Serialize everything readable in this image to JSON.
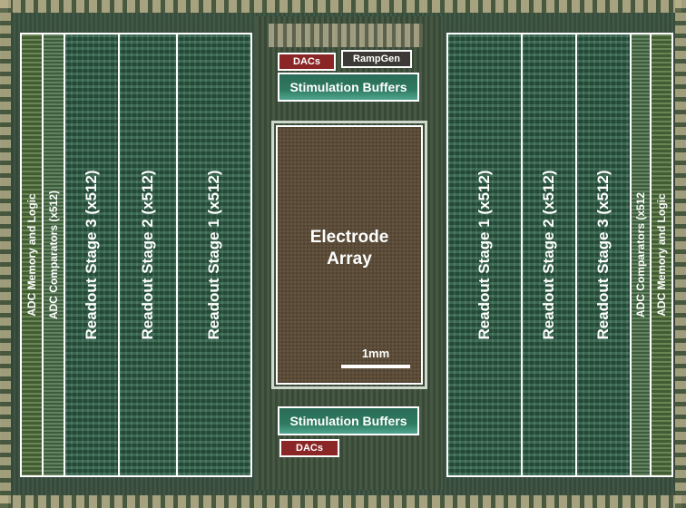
{
  "left": {
    "adc_memory": "ADC Memory and Logic",
    "adc_comparators": "ADC Comparators (x512)",
    "stage3": "Readout Stage 3 (x512)",
    "stage2": "Readout Stage 2 (x512)",
    "stage1": "Readout Stage 1 (x512)"
  },
  "right": {
    "stage1": "Readout Stage 1 (x512)",
    "stage2": "Readout Stage 2 (x512)",
    "stage3": "Readout Stage 3 (x512)",
    "adc_comparators": "ADC Comparators (x512",
    "adc_memory": "ADC Memory and Logic"
  },
  "top": {
    "dacs": "DACs",
    "rampgen": "RampGen",
    "stim_buffers": "Stimulation Buffers"
  },
  "bottom": {
    "stim_buffers": "Stimulation Buffers",
    "dacs": "DACs"
  },
  "center": {
    "electrode_line1": "Electrode",
    "electrode_line2": "Array"
  },
  "scale": {
    "label": "1mm"
  },
  "colors": {
    "outline": "#ffffff",
    "dacs": "#8a2626",
    "electrode": "#5a4a35",
    "stage": "#2f5a45"
  }
}
